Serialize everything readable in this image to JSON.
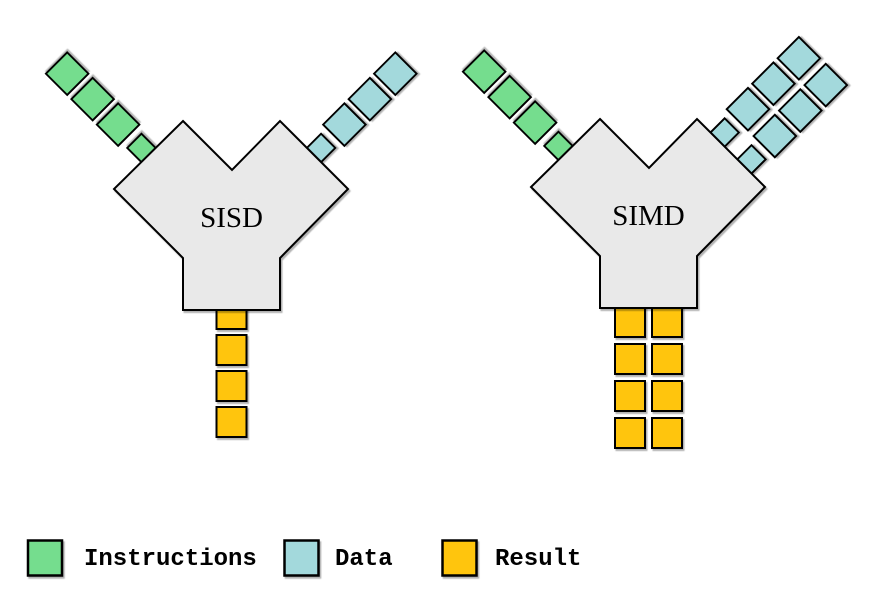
{
  "colors": {
    "instructions": "#74DD8E",
    "data": "#A3D9DC",
    "result": "#FFC50A",
    "body_fill": "#E9E9E9",
    "outline": "#000000",
    "background": "#FFFFFF"
  },
  "diagram": {
    "units": [
      {
        "label": "SISD",
        "instruction_chains": 1,
        "data_chains": 1,
        "result_columns": 1,
        "squares_per_chain": 4,
        "results_per_column": 4,
        "partial_first_result": true
      },
      {
        "label": "SIMD",
        "instruction_chains": 1,
        "data_chains": 2,
        "result_columns": 2,
        "squares_per_chain": 4,
        "results_per_column": 4,
        "partial_first_result": false
      }
    ]
  },
  "legend": {
    "items": [
      {
        "label": "Instructions",
        "color_key": "instructions"
      },
      {
        "label": "Data",
        "color_key": "data"
      },
      {
        "label": "Result",
        "color_key": "result"
      }
    ]
  }
}
